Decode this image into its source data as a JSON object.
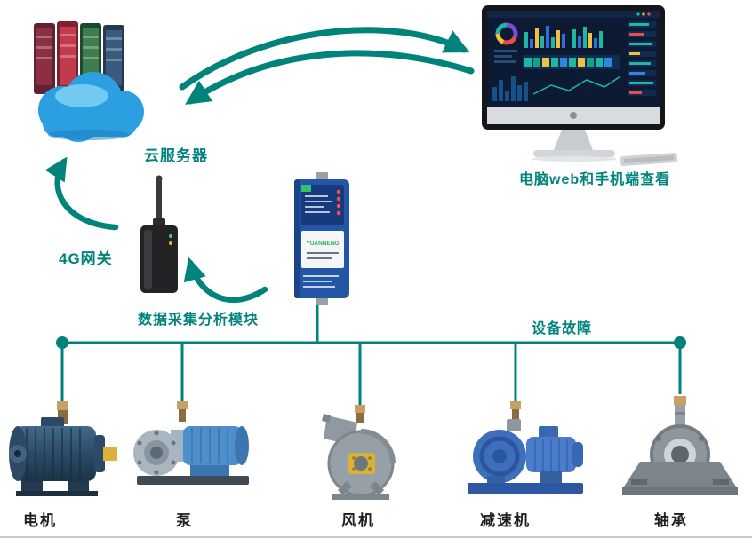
{
  "colors": {
    "accent": "#00837b",
    "device_label": "#1f1f1f",
    "cloud_blue": "#2b9fe0",
    "module_blue": "#2456a8",
    "sensor_bronze": "#c9a063"
  },
  "nodes": {
    "cloud_server_label": "云服务器",
    "viewer_label": "电脑web和手机端查看",
    "gateway_label": "4G网关",
    "module_label": "数据采集分析模块",
    "fault_label": "设备故障",
    "module_brand": "YUANNENG"
  },
  "devices": [
    {
      "id": "motor",
      "label": "电机"
    },
    {
      "id": "pump",
      "label": "泵"
    },
    {
      "id": "fan",
      "label": "风机"
    },
    {
      "id": "reducer",
      "label": "减速机"
    },
    {
      "id": "bearing",
      "label": "轴承"
    }
  ]
}
